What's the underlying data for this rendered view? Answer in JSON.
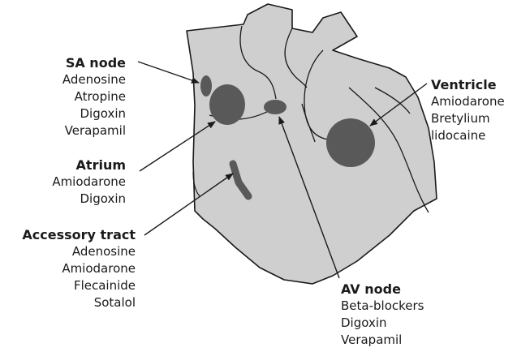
{
  "colors": {
    "heart_fill": "#cfcfcf",
    "heart_stroke": "#1a1a1a",
    "site_fill": "#595959",
    "arrow": "#1a1a1a"
  },
  "labels": {
    "sa_node": {
      "title": "SA node",
      "drugs": [
        "Adenosine",
        "Atropine",
        "Digoxin",
        "Verapamil"
      ]
    },
    "atrium": {
      "title": "Atrium",
      "drugs": [
        "Amiodarone",
        "Digoxin"
      ]
    },
    "accessory_tract": {
      "title": "Accessory tract",
      "drugs": [
        "Adenosine",
        "Amiodarone",
        "Flecainide",
        "Sotalol"
      ]
    },
    "ventricle": {
      "title": "Ventricle",
      "drugs": [
        "Amiodarone",
        "Bretylium",
        "lidocaine"
      ]
    },
    "av_node": {
      "title": "AV node",
      "drugs": [
        "Beta-blockers",
        "Digoxin",
        "Verapamil"
      ]
    }
  }
}
